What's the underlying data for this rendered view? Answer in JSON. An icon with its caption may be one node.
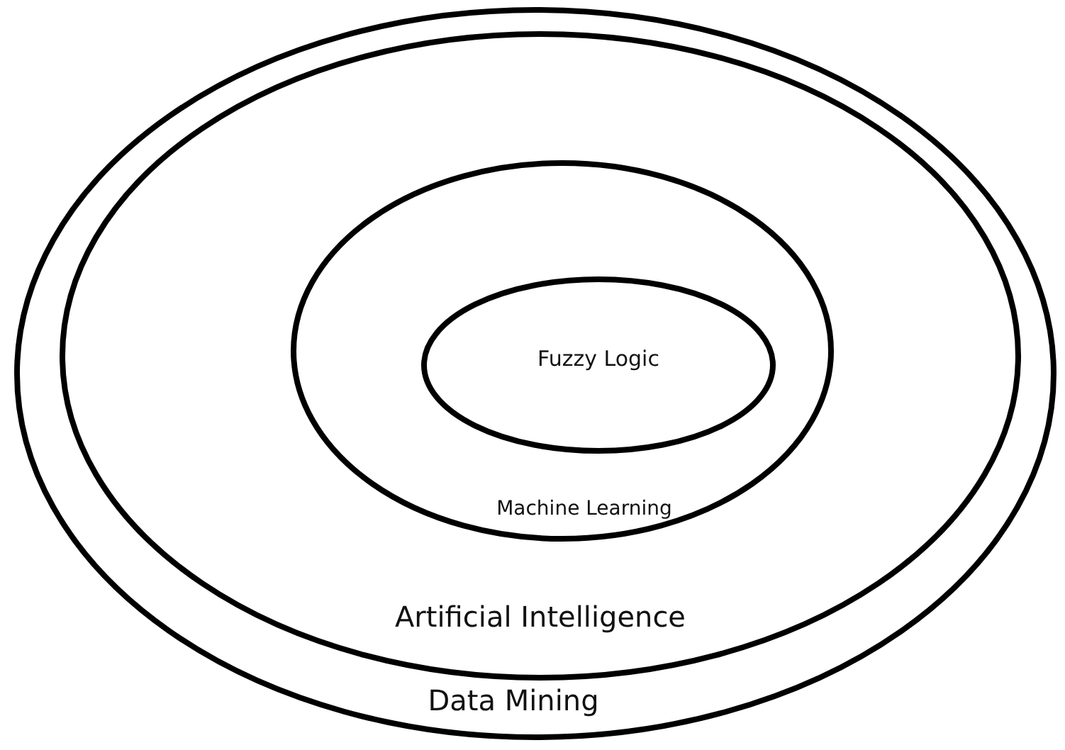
{
  "diagram": {
    "nodes": [
      {
        "text": [
          "Data Mining"
        ]
      },
      {
        "text": [
          "Artificial Intelligence"
        ],
        "in": 0
      },
      {
        "text": [
          "Machine Learning"
        ],
        "in": 1
      },
      {
        "text": [
          "Fuzzy Logic"
        ],
        "in": 2
      }
    ]
  }
}
